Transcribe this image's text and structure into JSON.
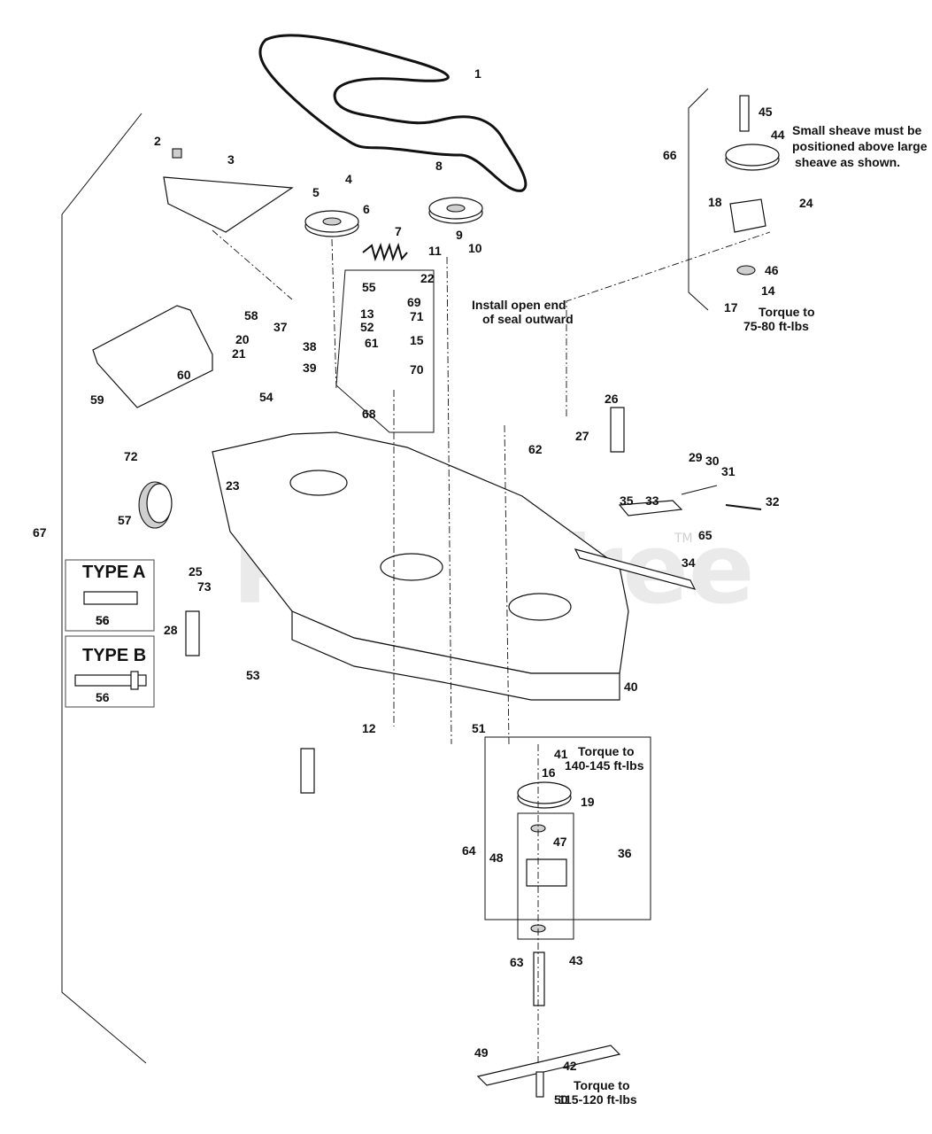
{
  "watermark": {
    "text": "PartsTree",
    "tm": "TM"
  },
  "callouts": [
    "1",
    "2",
    "3",
    "4",
    "5",
    "6",
    "7",
    "8",
    "9",
    "10",
    "11",
    "12",
    "13",
    "14",
    "15",
    "16",
    "17",
    "18",
    "19",
    "20",
    "21",
    "22",
    "23",
    "24",
    "25",
    "26",
    "27",
    "28",
    "29",
    "30",
    "31",
    "32",
    "33",
    "34",
    "35",
    "36",
    "37",
    "38",
    "39",
    "40",
    "41",
    "42",
    "43",
    "44",
    "45",
    "46",
    "47",
    "48",
    "49",
    "50",
    "51",
    "52",
    "53",
    "54",
    "55",
    "56",
    "57",
    "58",
    "59",
    "60",
    "61",
    "62",
    "63",
    "64",
    "65",
    "66",
    "67",
    "68",
    "69",
    "70",
    "71",
    "72",
    "73"
  ],
  "notes": {
    "seal": [
      "Install open end",
      "of seal outward"
    ],
    "sheave": [
      "Small sheave must be",
      "positioned above large",
      "sheave as shown."
    ],
    "torque_idler": [
      "Torque to",
      "75-80 ft-lbs"
    ],
    "torque_spindle": [
      "Torque to",
      "140-145 ft-lbs"
    ],
    "torque_blade": [
      "Torque to",
      "115-120 ft-lbs"
    ]
  },
  "insets": {
    "type_a": {
      "title": "TYPE A",
      "part": "56"
    },
    "type_b": {
      "title": "TYPE B",
      "part": "56"
    }
  }
}
